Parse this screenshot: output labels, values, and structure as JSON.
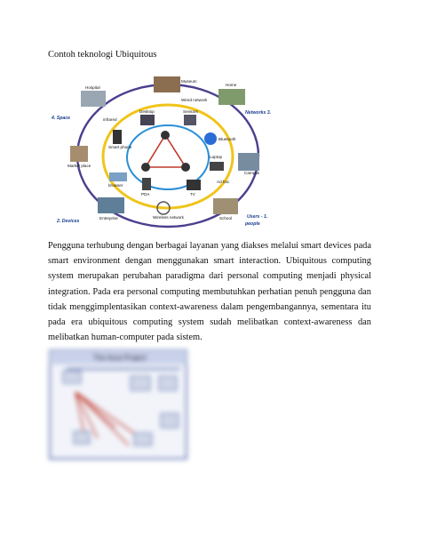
{
  "document": {
    "caption": "Contoh teknologi Ubiquitous",
    "paragraph": "Pengguna terhubung dengan berbagai layanan yang diakses melalui smart devices pada smart environment  dengan menggunakan smart interaction. Ubiquitous computing system merupakan perubahan paradigma dari personal computing menjadi physical integration. Pada era personal computing membutuhkan perhatian penuh pengguna dan tidak menggimplentasikan context-awareness dalam pengembangannya, sementara itu pada era ubiquitous computing system sudah melibatkan context-awareness dan melibatkan human-computer pada sistem."
  },
  "diagram": {
    "labels": {
      "hospital": "Hospital",
      "museum": "Museum",
      "home": "Home",
      "wired_network": "Wired network",
      "space": "4. Space",
      "networks": "Networks 3.",
      "infrared": "infrared",
      "desktop": "Desktop",
      "sensors": "Sensors",
      "bluetooth": "Bluetooth",
      "smart_phone": "Smart phone",
      "market_place": "Market place",
      "laptop": "Laptop",
      "campus": "Campus",
      "browser": "browser",
      "pda": "PDA",
      "tv": "TV",
      "ad_hoc": "Ad hoc",
      "entreprise": "Entreprise",
      "wireless_network": "Wireless network",
      "school": "School",
      "devices": "2. Devices",
      "users": "Users - 1.",
      "people": "people"
    },
    "colors": {
      "outer_ring": "#4a3f8e",
      "mid_ring": "#f0c419",
      "inner_ring": "#2b8fd6",
      "accent_red": "#c0392b",
      "label_blue": "#1a3d8f"
    }
  },
  "blurred_figure": {
    "title": "The Aura Project"
  }
}
